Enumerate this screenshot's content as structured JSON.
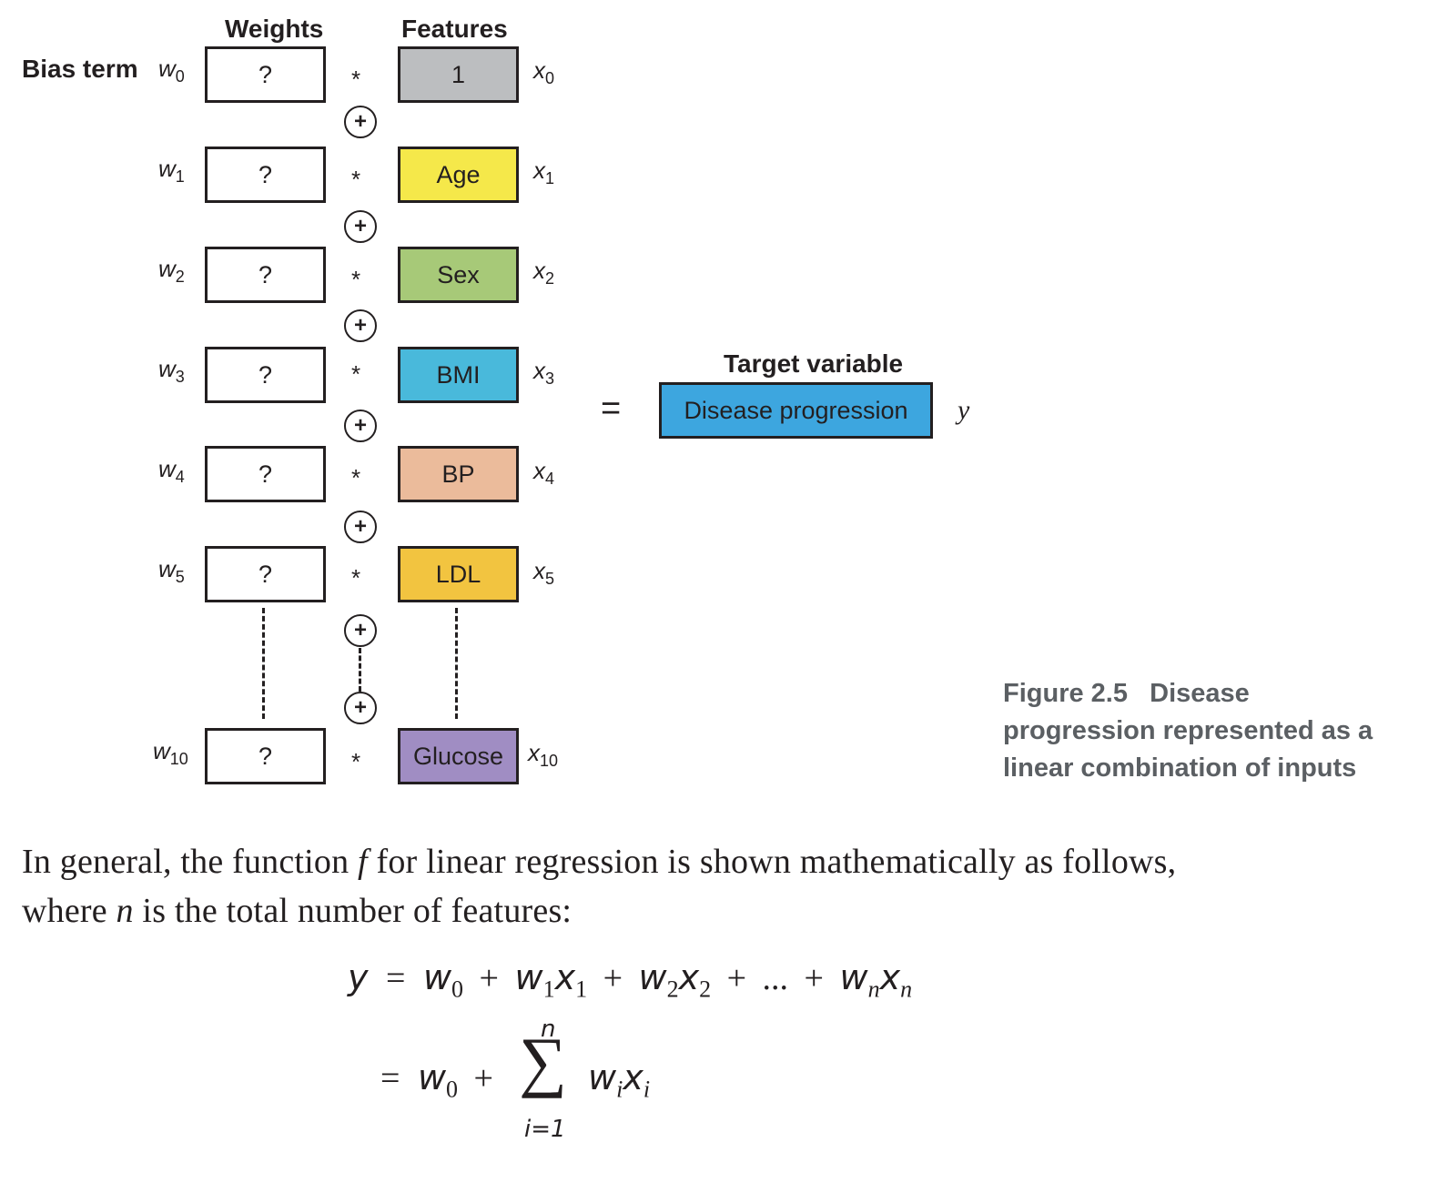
{
  "figure": {
    "headers": {
      "weights": "Weights",
      "features": "Features",
      "target": "Target variable"
    },
    "bias_label": "Bias term",
    "multiply_symbol": "*",
    "plus_symbol": "+",
    "equals_symbol": "=",
    "rows": [
      {
        "w_base": "w",
        "w_sub": "0",
        "weight": "?",
        "feature": "1",
        "x_base": "x",
        "x_sub": "0",
        "color": "#bcbec0"
      },
      {
        "w_base": "w",
        "w_sub": "1",
        "weight": "?",
        "feature": "Age",
        "x_base": "x",
        "x_sub": "1",
        "color": "#f5e84a"
      },
      {
        "w_base": "w",
        "w_sub": "2",
        "weight": "?",
        "feature": "Sex",
        "x_base": "x",
        "x_sub": "2",
        "color": "#a7c978"
      },
      {
        "w_base": "w",
        "w_sub": "3",
        "weight": "?",
        "feature": "BMI",
        "x_base": "x",
        "x_sub": "3",
        "color": "#49b9db"
      },
      {
        "w_base": "w",
        "w_sub": "4",
        "weight": "?",
        "feature": "BP",
        "x_base": "x",
        "x_sub": "4",
        "color": "#ebbb9b"
      },
      {
        "w_base": "w",
        "w_sub": "5",
        "weight": "?",
        "feature": "LDL",
        "x_base": "x",
        "x_sub": "5",
        "color": "#f2c440"
      },
      {
        "w_base": "w",
        "w_sub": "10",
        "weight": "?",
        "feature": "Glucose",
        "x_base": "x",
        "x_sub": "10",
        "color": "#a08dc3"
      }
    ],
    "target_box": "Disease progression",
    "target_color": "#3da6df",
    "target_symbol": "y",
    "caption_number": "Figure 2.5",
    "caption_text_1": "Disease",
    "caption_text_2": "progression represented as a",
    "caption_text_3": "linear combination of inputs"
  },
  "paragraph": {
    "line1_a": "In general, the function ",
    "line1_f": "f",
    "line1_b": " for linear regression is shown mathematically as follows,",
    "line2_a": "where ",
    "line2_n": "n",
    "line2_b": " is the total number of features:"
  },
  "equation": {
    "line1": {
      "y": "y",
      "eq": "=",
      "w0": "w",
      "w0_sub": "0",
      "p1": "+",
      "w1": "w",
      "w1_sub": "1",
      "x1": "x",
      "x1_sub": "1",
      "p2": "+",
      "w2": "w",
      "w2_sub": "2",
      "x2": "x",
      "x2_sub": "2",
      "p3": "+",
      "dots": "...",
      "p4": "+",
      "wn": "w",
      "wn_sub": "n",
      "xn": "x",
      "xn_sub": "n"
    },
    "line2": {
      "eq": "=",
      "w0": "w",
      "w0_sub": "0",
      "plus": "+",
      "sigma": "∑",
      "upper": "n",
      "lower": "i=1",
      "wi": "w",
      "wi_sub": "i",
      "xi": "x",
      "xi_sub": "i"
    }
  }
}
